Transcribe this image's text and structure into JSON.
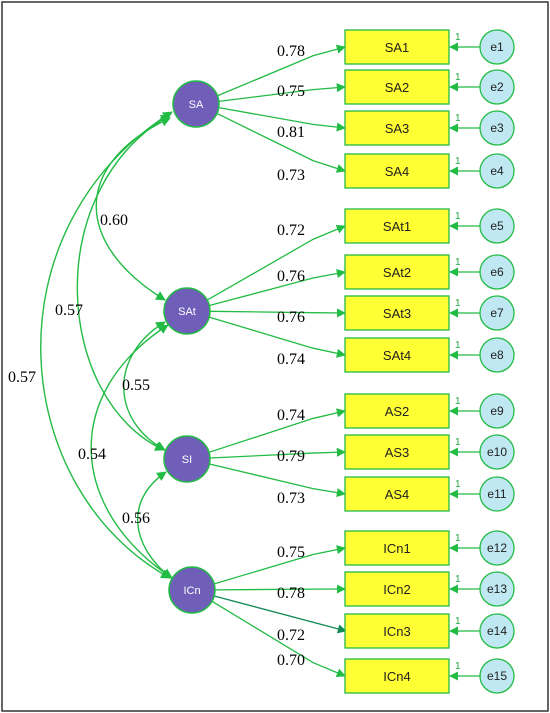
{
  "colors": {
    "latent_fill": "#6f5fb8",
    "indicator_fill": "#ffff33",
    "error_fill": "#bfe8f3",
    "arrow": "#22bb44",
    "dark_arrow": "#118855",
    "border": "#333333"
  },
  "latents": [
    {
      "id": "SA",
      "label": "SA"
    },
    {
      "id": "SAt",
      "label": "SAt"
    },
    {
      "id": "SI",
      "label": "SI"
    },
    {
      "id": "ICn",
      "label": "ICn"
    }
  ],
  "indicators": [
    {
      "label": "SA1",
      "latent": "SA",
      "loading": "0.78",
      "error": "e1",
      "fixed": "1"
    },
    {
      "label": "SA2",
      "latent": "SA",
      "loading": "0.75",
      "error": "e2",
      "fixed": "1"
    },
    {
      "label": "SA3",
      "latent": "SA",
      "loading": "0.81",
      "error": "e3",
      "fixed": "1"
    },
    {
      "label": "SA4",
      "latent": "SA",
      "loading": "0.73",
      "error": "e4",
      "fixed": "1"
    },
    {
      "label": "SAt1",
      "latent": "SAt",
      "loading": "0.72",
      "error": "e5",
      "fixed": "1"
    },
    {
      "label": "SAt2",
      "latent": "SAt",
      "loading": "0.76",
      "error": "e6",
      "fixed": "1"
    },
    {
      "label": "SAt3",
      "latent": "SAt",
      "loading": "0.76",
      "error": "e7",
      "fixed": "1"
    },
    {
      "label": "SAt4",
      "latent": "SAt",
      "loading": "0.74",
      "error": "e8",
      "fixed": "1"
    },
    {
      "label": "AS2",
      "latent": "SI",
      "loading": "0.74",
      "error": "e9",
      "fixed": "1"
    },
    {
      "label": "AS3",
      "latent": "SI",
      "loading": "0.79",
      "error": "e10",
      "fixed": "1"
    },
    {
      "label": "AS4",
      "latent": "SI",
      "loading": "0.73",
      "error": "e11",
      "fixed": "1"
    },
    {
      "label": "ICn1",
      "latent": "ICn",
      "loading": "0.75",
      "error": "e12",
      "fixed": "1"
    },
    {
      "label": "ICn2",
      "latent": "ICn",
      "loading": "0.78",
      "error": "e13",
      "fixed": "1"
    },
    {
      "label": "ICn3",
      "latent": "ICn",
      "loading": "0.72",
      "error": "e14",
      "fixed": "1"
    },
    {
      "label": "ICn4",
      "latent": "ICn",
      "loading": "0.70",
      "error": "e15",
      "fixed": "1"
    }
  ],
  "correlations": [
    {
      "from": "SA",
      "to": "SAt",
      "value": "0.60"
    },
    {
      "from": "SA",
      "to": "SI",
      "value": "0.57"
    },
    {
      "from": "SA",
      "to": "ICn",
      "value": "0.57"
    },
    {
      "from": "SAt",
      "to": "SI",
      "value": "0.55"
    },
    {
      "from": "SAt",
      "to": "ICn",
      "value": "0.54"
    },
    {
      "from": "SI",
      "to": "ICn",
      "value": "0.56"
    }
  ]
}
